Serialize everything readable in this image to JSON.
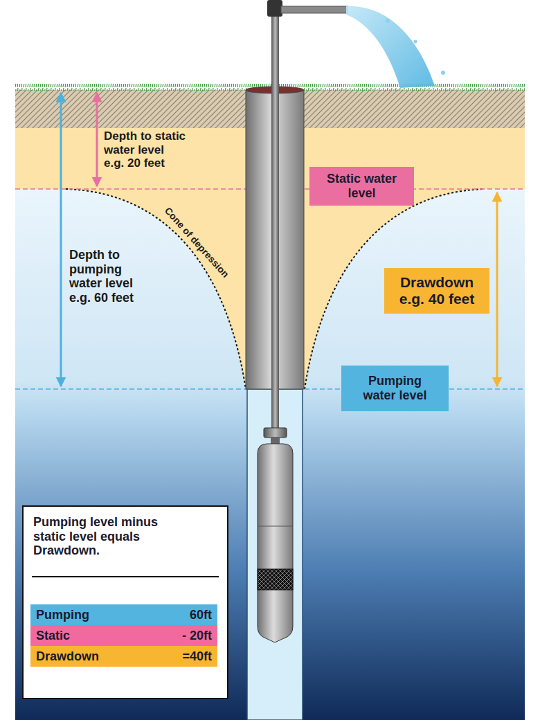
{
  "diagram": {
    "nodes": [
      {
        "text": [
          "Static water level"
        ]
      },
      {
        "text": [
          "Drawdown e.g. 40 feet"
        ]
      },
      {
        "text": [
          "Pumping water level"
        ]
      },
      {
        "text": [
          "Pumping level minus static level equals Drawdown."
        ]
      },
      {
        "text": [
          "Pumping",
          "60ft"
        ],
        "in": 3
      },
      {
        "text": [
          "Static",
          "- 20ft"
        ],
        "in": 3
      },
      {
        "text": [
          "Drawdown",
          "=40ft"
        ],
        "in": 3
      }
    ],
    "labels": [
      "Depth to static water level e.g. 20 feet",
      "Cone of depression",
      "Depth to pumping water level e.g. 60 feet"
    ]
  }
}
